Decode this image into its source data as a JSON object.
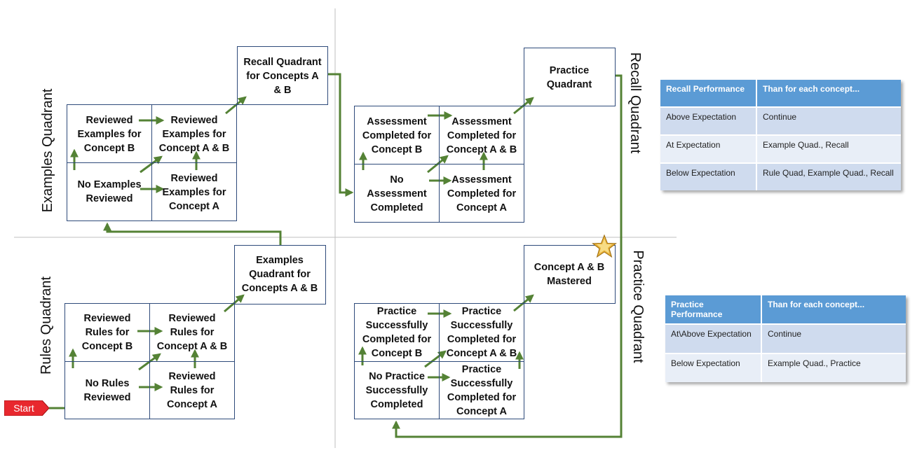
{
  "quadrant_labels": {
    "examples": "Examples Quadrant",
    "rules": "Rules Quadrant",
    "recall": "Recall Quadrant",
    "practice": "Practice Quadrant"
  },
  "examples_q": {
    "top_left": [
      "Reviewed",
      "Examples for",
      "Concept B"
    ],
    "top_right": [
      "Reviewed",
      "Examples for",
      "Concept A & B"
    ],
    "bottom_left": [
      "No Examples",
      "Reviewed"
    ],
    "bottom_right": [
      "Reviewed",
      "Examples for",
      "Concept A"
    ],
    "exit": [
      "Recall Quadrant",
      "for Concepts A",
      "& B"
    ]
  },
  "rules_q": {
    "top_left": [
      "Reviewed",
      "Rules for",
      "Concept B"
    ],
    "top_right": [
      "Reviewed",
      "Rules for",
      "Concept A & B"
    ],
    "bottom_left": [
      "No Rules",
      "Reviewed"
    ],
    "bottom_right": [
      "Reviewed",
      "Rules for",
      "Concept A"
    ],
    "exit": [
      "Examples",
      "Quadrant for",
      "Concepts A & B"
    ]
  },
  "recall_q": {
    "top_left": [
      "Assessment",
      "Completed for",
      "Concept B"
    ],
    "top_right": [
      "Assessment",
      "Completed for",
      "Concept A & B"
    ],
    "bottom_left": [
      "No",
      "Assessment",
      "Completed"
    ],
    "bottom_right": [
      "Assessment",
      "Completed for",
      "Concept A"
    ],
    "exit": [
      "Practice",
      "Quadrant"
    ]
  },
  "practice_q": {
    "top_left": [
      "Practice",
      "Successfully",
      "Completed for",
      "Concept B"
    ],
    "top_right": [
      "Practice",
      "Successfully",
      "Completed for",
      "Concept A & B"
    ],
    "bottom_left": [
      "No Practice",
      "Successfully",
      "Completed"
    ],
    "bottom_right": [
      "Practice",
      "Successfully",
      "Completed for",
      "Concept A"
    ],
    "exit": [
      "Concept A & B",
      "Mastered"
    ]
  },
  "start_label": "Start",
  "recall_table": {
    "headers": [
      "Recall Performance",
      "Than for each concept..."
    ],
    "rows": [
      [
        "Above Expectation",
        "Continue"
      ],
      [
        "At Expectation",
        "Example Quad., Recall"
      ],
      [
        "Below Expectation",
        "Rule Quad, Example Quad., Recall"
      ]
    ]
  },
  "practice_table": {
    "headers": [
      "Practice Performance",
      "Than for each concept..."
    ],
    "rows": [
      [
        "At\\Above Expectation",
        "Continue"
      ],
      [
        "Below Expectation",
        "Example Quad., Practice"
      ]
    ]
  },
  "colors": {
    "arrow": "#548235",
    "box_border": "#2e4a7a",
    "divider": "#bfbfbf",
    "table_header": "#5b9bd5",
    "start": "#e8282e",
    "star": "#e8b23a"
  }
}
